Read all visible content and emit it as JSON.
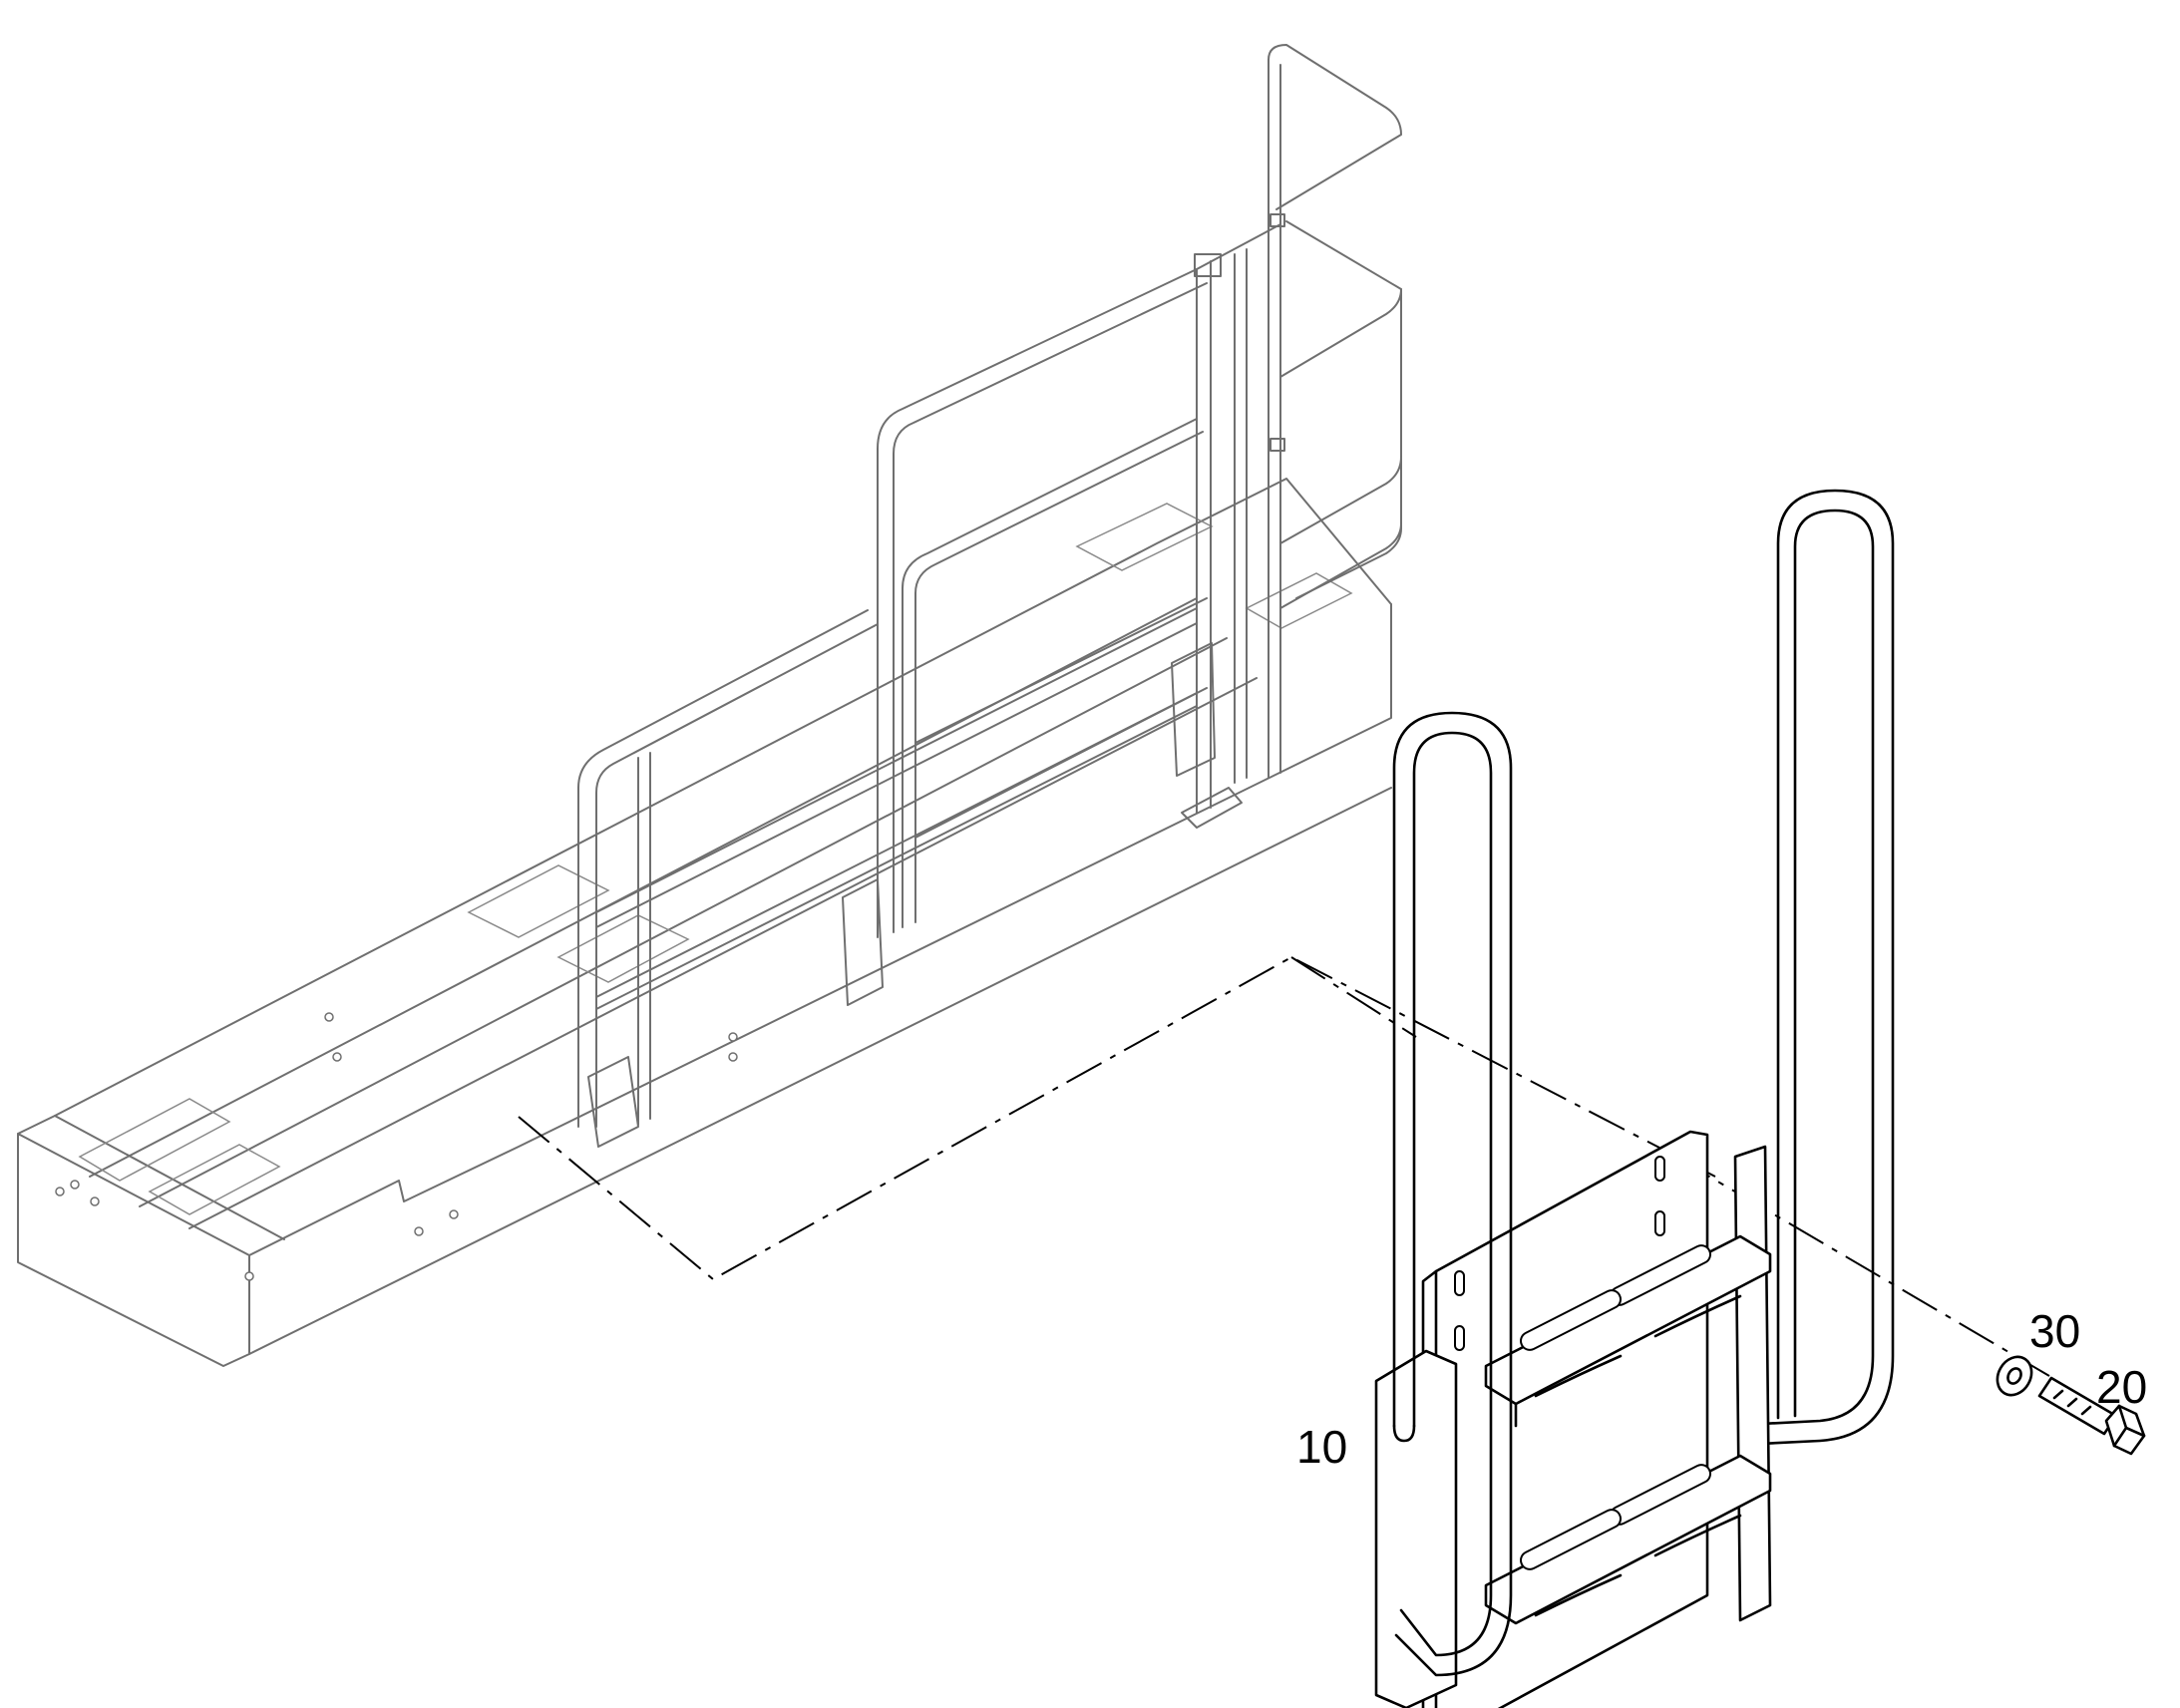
{
  "callouts": {
    "ladder": "10",
    "washer": "30",
    "bolt": "20"
  },
  "colors": {
    "line": "#000000",
    "ghost_line": "#6f6f6f",
    "background": "#ffffff"
  }
}
